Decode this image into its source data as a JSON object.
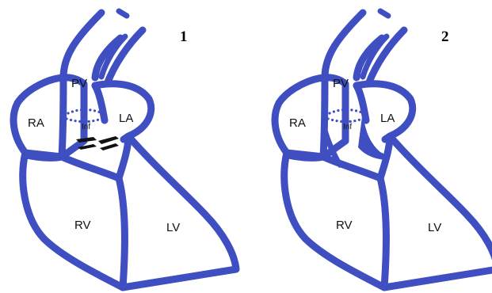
{
  "panel1": {
    "number": "1",
    "labels": {
      "pv": "PV",
      "inf": "Inf",
      "ra": "RA",
      "la": "LA",
      "rv": "RV",
      "lv": "LV"
    }
  },
  "panel2": {
    "number": "2",
    "labels": {
      "pv": "PV",
      "inf": "Inf",
      "ra": "RA",
      "la": "LA",
      "rv": "RV",
      "lv": "LV"
    }
  },
  "colors": {
    "wall": "#3f4fc2",
    "obstruction": "#111111"
  }
}
